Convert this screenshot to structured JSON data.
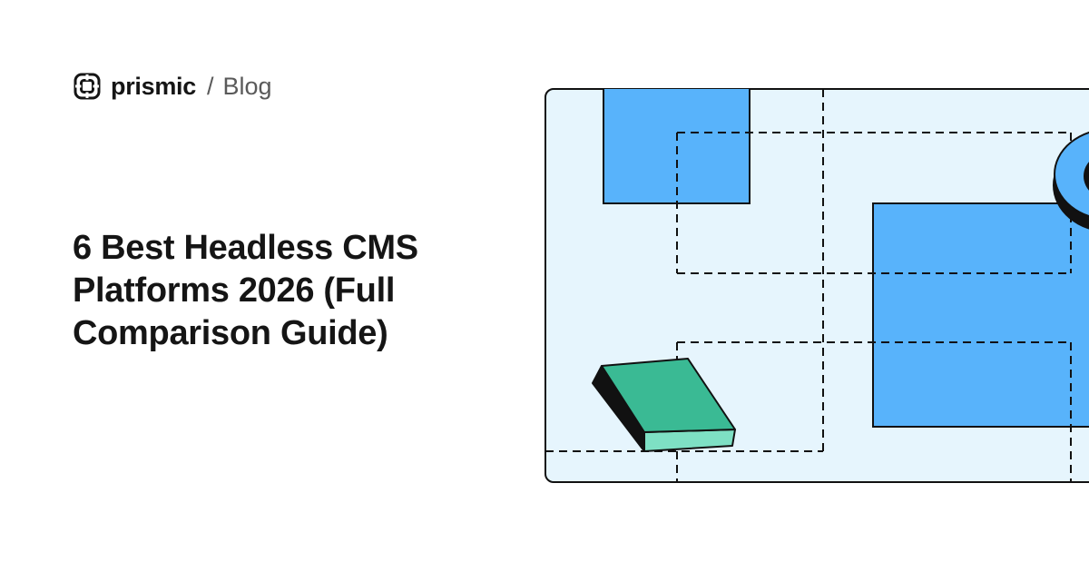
{
  "header": {
    "brand": "prismic",
    "separator": "/",
    "section": "Blog",
    "logo_icon": "prismic-logo-icon"
  },
  "hero": {
    "title": "6 Best Headless CMS Platforms 2026 (Full Comparison Guide)"
  },
  "illustration": {
    "icon": "abstract-layout-illustration",
    "colors": {
      "panel": "#e6f5fd",
      "blue": "#58b3fb",
      "green": "#3aba94",
      "green_light": "#7ee0c4",
      "ink": "#111111"
    }
  }
}
